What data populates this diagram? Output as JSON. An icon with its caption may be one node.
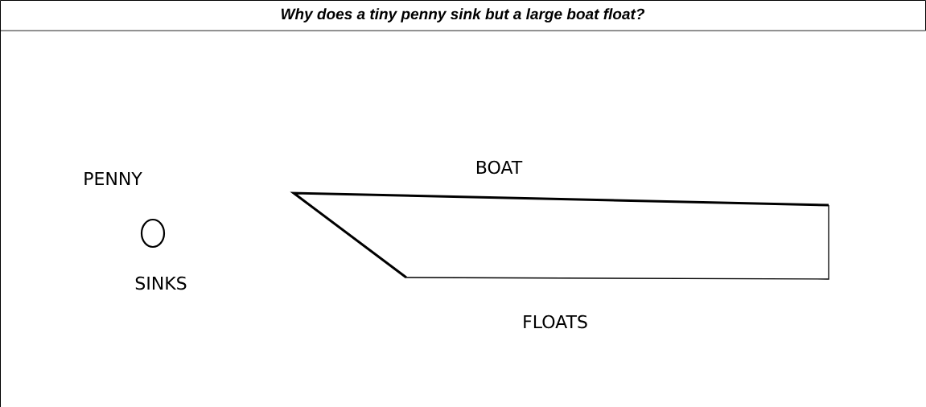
{
  "diagram": {
    "title": "Why does a tiny penny sink but a large boat float?",
    "nodes": [
      {
        "text": [
          "PENNY"
        ],
        "beside": [
          "SINKS"
        ]
      },
      {
        "text": [
          "BOAT",
          "FLOATS"
        ]
      }
    ]
  }
}
